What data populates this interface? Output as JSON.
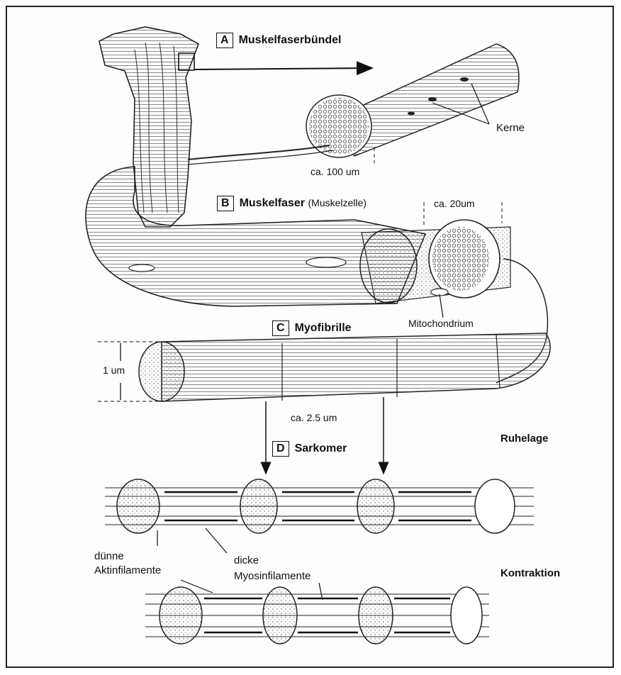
{
  "labels": {
    "a": {
      "letter": "A",
      "title": "Muskelfaserbündel"
    },
    "b": {
      "letter": "B",
      "title": "Muskelfaser",
      "subtitle": "(Muskelzelle)"
    },
    "c": {
      "letter": "C",
      "title": "Myofibrille"
    },
    "d": {
      "letter": "D",
      "title": "Sarkomer"
    },
    "kerne": "Kerne",
    "size_100": "ca. 100 um",
    "size_20": "ca. 20um",
    "mitochondrium": "Mitochondrium",
    "size_1": "1 um",
    "size_25": "ca. 2.5 um",
    "ruhelage": "Ruhelage",
    "kontraktion": "Kontraktion",
    "duenne": "dünne",
    "aktin": "Aktinfilamente",
    "dicke": "dicke",
    "myosin": "Myosinfilamente"
  }
}
